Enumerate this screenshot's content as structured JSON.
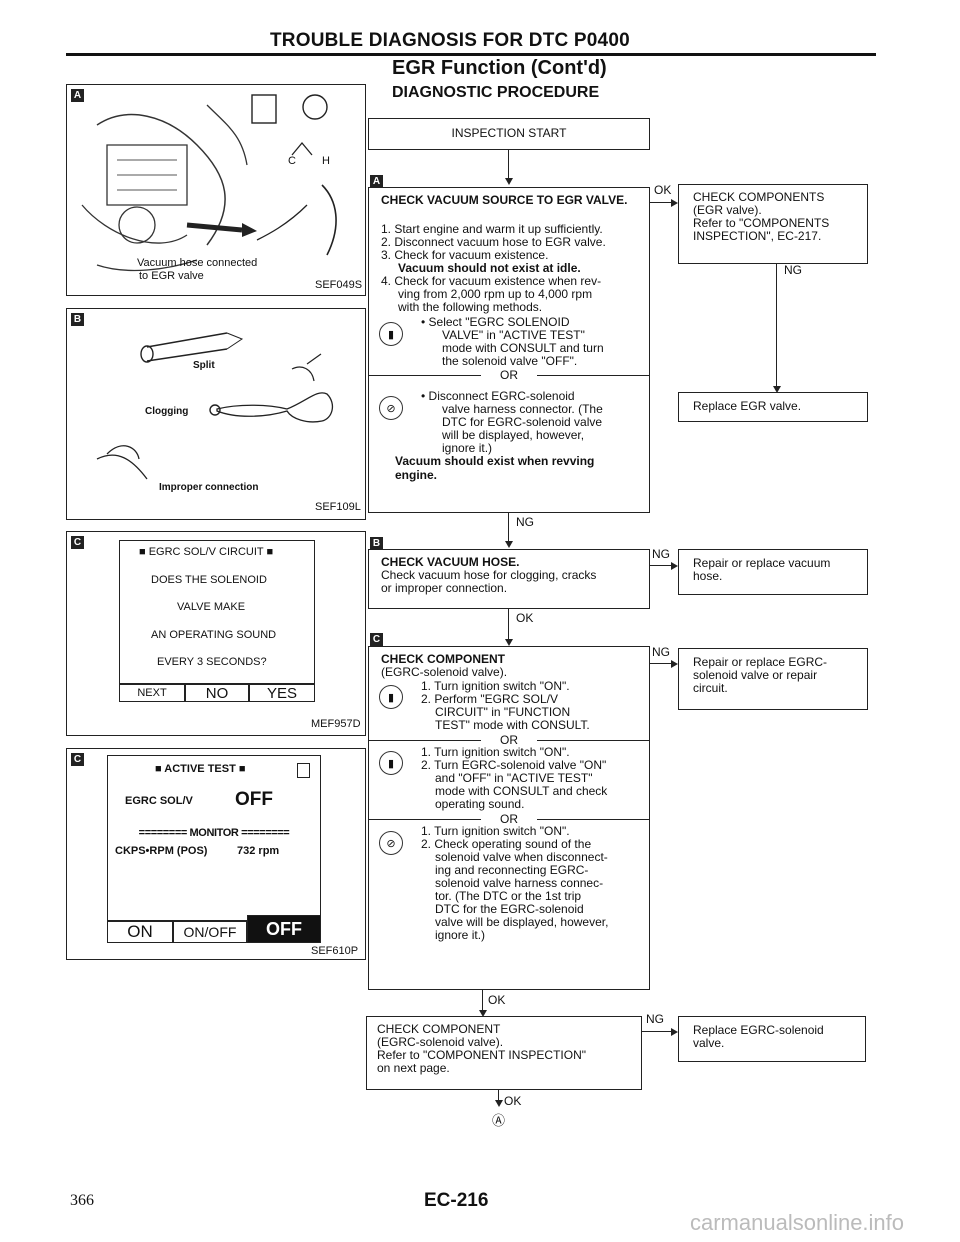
{
  "header": {
    "title": "TROUBLE DIAGNOSIS FOR DTC P0400",
    "subtitle": "EGR Function (Cont'd)",
    "section": "DIAGNOSTIC PROCEDURE"
  },
  "figures": {
    "a": {
      "tag": "A",
      "label1": "Vacuum hose connected",
      "label2": "to EGR valve",
      "code": "SEF049S",
      "ch": "C",
      "hh": "H"
    },
    "b": {
      "tag": "B",
      "split": "Split",
      "clogging": "Clogging",
      "improper": "Improper connection",
      "code": "SEF109L"
    },
    "c1": {
      "tag": "C",
      "header": "EGRC SOL/V CIRCUIT",
      "lines": [
        "DOES THE SOLENOID",
        "VALVE MAKE",
        "AN OPERATING SOUND",
        "EVERY 3 SECONDS?"
      ],
      "btn_next": "NEXT",
      "btn_no": "NO",
      "btn_yes": "YES",
      "code": "MEF957D"
    },
    "c2": {
      "tag": "C",
      "header": "ACTIVE TEST",
      "item": "EGRC SOL/V",
      "state": "OFF",
      "monitor": "======== MONITOR ========",
      "param": "CKPS•RPM (POS)",
      "param_val": "732 rpm",
      "btn_on": "ON",
      "btn_onoff": "ON/OFF",
      "btn_off": "OFF",
      "code": "SEF610P"
    }
  },
  "flow": {
    "start": "INSPECTION START",
    "step1": {
      "tag": "A",
      "title": "CHECK VACUUM SOURCE TO EGR VALVE.",
      "lines": [
        "1. Start engine and warm it up sufficiently.",
        "2. Disconnect vacuum hose to EGR valve.",
        "3. Check for vacuum existence.",
        "Vacuum should not exist at idle.",
        "4. Check for vacuum existence when rev-",
        "ving from 2,000 rpm up to 4,000 rpm",
        "with the following methods."
      ],
      "opt1": [
        "• Select \"EGRC SOLENOID",
        "VALVE\" in \"ACTIVE TEST\"",
        "mode with CONSULT and turn",
        "the solenoid valve \"OFF\"."
      ],
      "or": "OR",
      "opt2": [
        "• Disconnect EGRC-solenoid",
        "valve harness connector. (The",
        "DTC for EGRC-solenoid valve",
        "will be displayed, however,",
        "ignore it.)"
      ],
      "result": "Vacuum should exist when revving engine."
    },
    "step1_ok": "OK",
    "comp1": {
      "lines": [
        "CHECK COMPONENTS",
        "(EGR valve).",
        "Refer to \"COMPONENTS",
        "INSPECTION\", EC-217."
      ]
    },
    "comp1_ng": "NG",
    "replace_egr": "Replace EGR valve.",
    "step1_ng": "NG",
    "step2": {
      "tag": "B",
      "title": "CHECK VACUUM HOSE.",
      "lines": [
        "Check vacuum hose for clogging, cracks",
        "or improper connection."
      ]
    },
    "step2_ng": "NG",
    "repair_hose": [
      "Repair or replace vacuum",
      "hose."
    ],
    "step2_ok": "OK",
    "step3": {
      "tag": "C",
      "title": "CHECK COMPONENT",
      "sub": "(EGRC-solenoid valve).",
      "m1": [
        "1. Turn ignition switch \"ON\".",
        "2. Perform \"EGRC SOL/V",
        "CIRCUIT\" in \"FUNCTION",
        "TEST\" mode with CONSULT."
      ],
      "or1": "OR",
      "m2": [
        "1. Turn ignition switch \"ON\".",
        "2. Turn EGRC-solenoid valve \"ON\"",
        "and \"OFF\" in \"ACTIVE TEST\"",
        "mode with CONSULT and check",
        "operating sound."
      ],
      "or2": "OR",
      "m3": [
        "1. Turn ignition switch \"ON\".",
        "2. Check operating sound of the",
        "solenoid valve when disconnect-",
        "ing and reconnecting EGRC-",
        "solenoid valve harness connec-",
        "tor. (The DTC or the 1st trip",
        "DTC for the EGRC-solenoid",
        "valve will be displayed, however,",
        "ignore it.)"
      ]
    },
    "step3_ng": "NG",
    "repair_egrc": [
      "Repair or replace EGRC-",
      "solenoid valve or repair",
      "circuit."
    ],
    "step3_ok": "OK",
    "step4": {
      "lines": [
        "CHECK COMPONENT",
        "(EGRC-solenoid valve).",
        "Refer to \"COMPONENT INSPECTION\"",
        "on next page."
      ]
    },
    "step4_ng": "NG",
    "replace_egrc": [
      "Replace EGRC-solenoid",
      "valve."
    ],
    "step4_ok": "OK",
    "connector": "Ⓐ"
  },
  "footer": {
    "page_left": "366",
    "page_code": "EC-216",
    "watermark": "carmanualsonline.info"
  }
}
